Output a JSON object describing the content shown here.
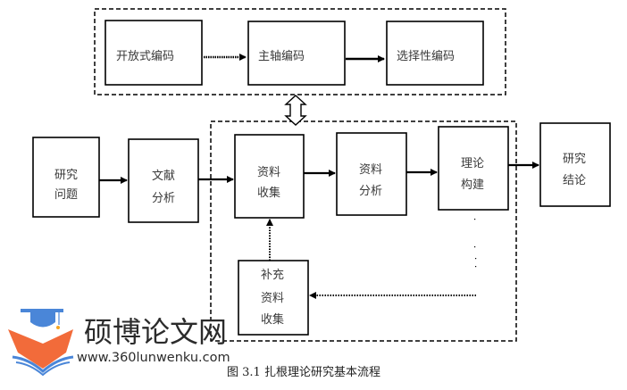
{
  "diagram": {
    "coding_group": {
      "boxes": [
        {
          "id": "open-coding",
          "lines": [
            "开放式编码"
          ]
        },
        {
          "id": "axial-coding",
          "lines": [
            "主轴编码"
          ]
        },
        {
          "id": "selective-coding",
          "lines": [
            "选择性编码"
          ]
        }
      ]
    },
    "main_flow": {
      "boxes": [
        {
          "id": "research-question",
          "lines": [
            "研究",
            "问题"
          ]
        },
        {
          "id": "literature-analysis",
          "lines": [
            "文献",
            "分析"
          ]
        },
        {
          "id": "data-collection",
          "lines": [
            "资料",
            "收集"
          ]
        },
        {
          "id": "data-analysis",
          "lines": [
            "资料",
            "分析"
          ]
        },
        {
          "id": "theory-building",
          "lines": [
            "理论",
            "构建"
          ]
        },
        {
          "id": "research-conclusion",
          "lines": [
            "研究",
            "结论"
          ]
        },
        {
          "id": "supplementary-collection",
          "lines": [
            "补充",
            "资料",
            "收集"
          ]
        }
      ]
    },
    "caption": "图 3.1  扎根理论研究基本流程"
  },
  "watermark": {
    "title": "硕博论文网",
    "url": "www.360lunwenku.com",
    "colors": {
      "orange": "#f26b3a",
      "blue": "#4a86d8",
      "star": "#f5a623"
    }
  }
}
